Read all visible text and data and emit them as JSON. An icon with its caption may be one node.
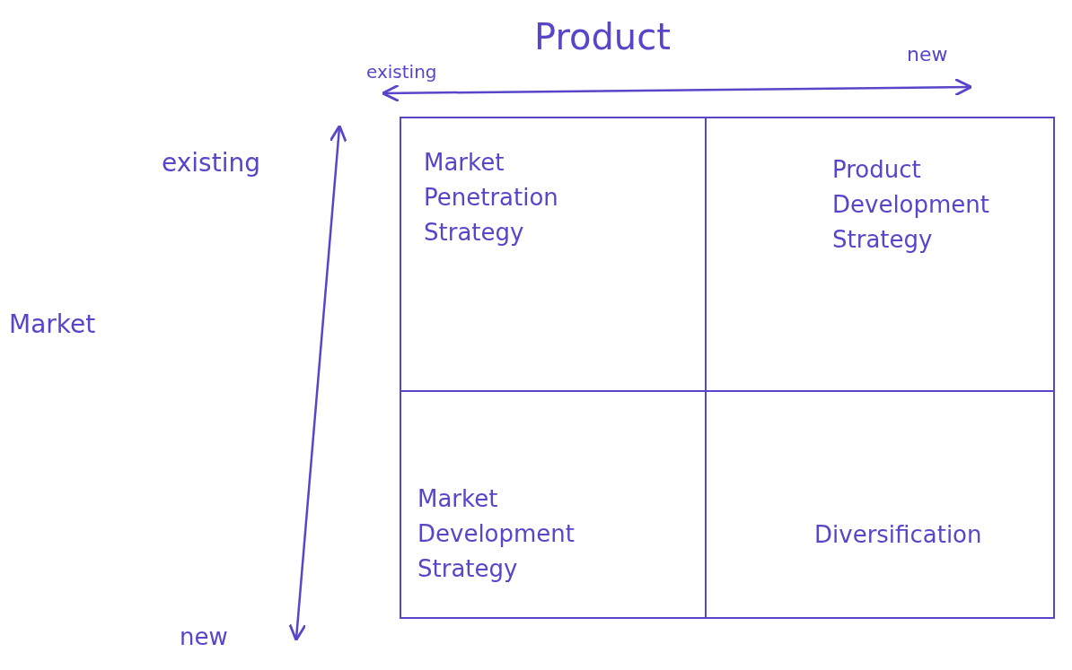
{
  "diagram": {
    "nodes": [
      {
        "text": [
          "Market Penetration Strategy"
        ]
      },
      {
        "text": [
          "Product Development Strategy"
        ]
      },
      {
        "text": [
          "Market Development Strategy"
        ]
      },
      {
        "text": [
          "Diversification"
        ]
      }
    ],
    "labels": [
      "Product",
      "existing",
      "new",
      "existing",
      "Market",
      "new"
    ]
  }
}
